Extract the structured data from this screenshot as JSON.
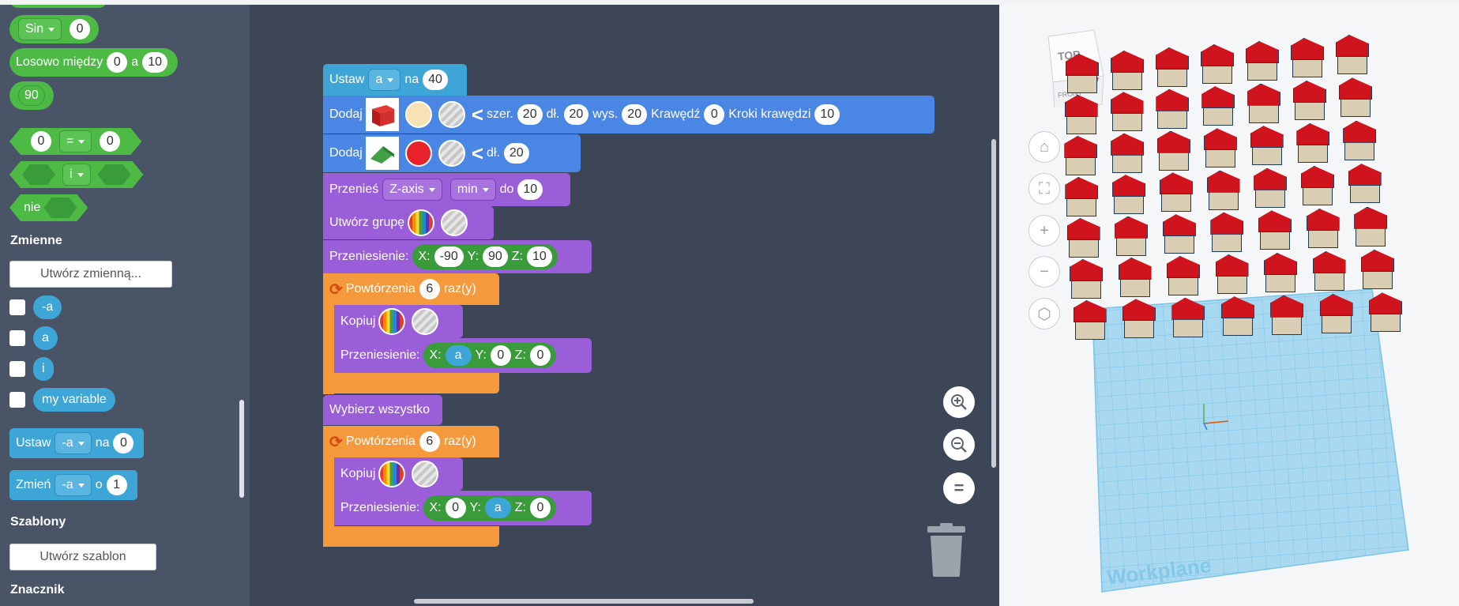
{
  "palette": {
    "sin_label": "Sin",
    "sin_value": "0",
    "random_label": "Losowo między",
    "random_min": "0",
    "random_and": "a",
    "random_max": "10",
    "number_value": "90",
    "compare_left": "0",
    "compare_op": "=",
    "compare_right": "0",
    "logic_op": "i",
    "not_label": "nie",
    "variables_heading": "Zmienne",
    "create_variable": "Utwórz zmienną...",
    "variables": [
      "-a",
      "a",
      "i",
      "my variable"
    ],
    "set_label": "Ustaw",
    "set_var": "-a",
    "set_to": "na",
    "set_value": "0",
    "change_label": "Zmień",
    "change_var": "-a",
    "change_by": "o",
    "change_value": "1",
    "templates_heading": "Szablony",
    "create_template": "Utwórz szablon",
    "marker_heading": "Znacznik"
  },
  "script": {
    "set": {
      "label": "Ustaw",
      "var": "a",
      "to": "na",
      "value": "40"
    },
    "add_box": {
      "label": "Dodaj",
      "w_label": "szer.",
      "w": "20",
      "l_label": "dł.",
      "l": "20",
      "h_label": "wys.",
      "h": "20",
      "edge_label": "Krawędź",
      "edge": "0",
      "steps_label": "Kroki krawędzi",
      "steps": "10"
    },
    "add_roof": {
      "label": "Dodaj",
      "l_label": "dł.",
      "l": "20"
    },
    "move": {
      "label": "Przenieś",
      "axis": "Z-axis",
      "mode": "min",
      "to": "do",
      "value": "10"
    },
    "group": {
      "label": "Utwórz grupę"
    },
    "translate1": {
      "label": "Przeniesienie:",
      "x_label": "X:",
      "x": "-90",
      "y_label": "Y:",
      "y": "90",
      "z_label": "Z:",
      "z": "10"
    },
    "repeat1": {
      "label": "Powtórzenia",
      "count": "6",
      "suffix": "raz(y)"
    },
    "copy1": {
      "label": "Kopiuj"
    },
    "translate2": {
      "label": "Przeniesienie:",
      "x_label": "X:",
      "x": "a",
      "y_label": "Y:",
      "y": "0",
      "z_label": "Z:",
      "z": "0"
    },
    "select_all": {
      "label": "Wybierz wszystko"
    },
    "repeat2": {
      "label": "Powtórzenia",
      "count": "6",
      "suffix": "raz(y)"
    },
    "copy2": {
      "label": "Kopiuj"
    },
    "translate3": {
      "label": "Przeniesienie:",
      "x_label": "X:",
      "x": "0",
      "y_label": "Y:",
      "y": "a",
      "z_label": "Z:",
      "z": "0"
    }
  },
  "viewer": {
    "cube_top": "TOP",
    "cube_front": "FRONT",
    "workplane_label": "Workplane"
  },
  "colors": {
    "palette_bg": "#4a5467",
    "workspace_bg": "#3d4656",
    "viewer_bg": "#f5f6f8",
    "roof_red": "#d0141d",
    "workplane_blue": "#9ed4ee"
  }
}
